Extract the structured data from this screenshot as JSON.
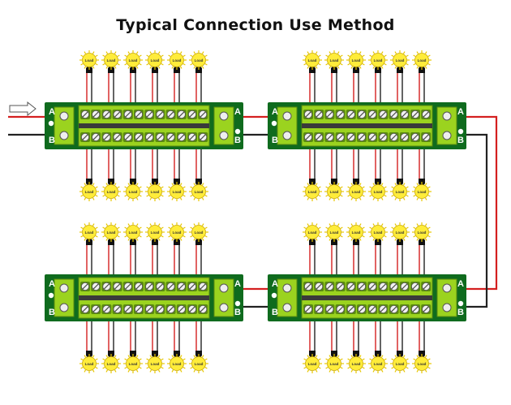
{
  "title": "Typical Connection Use Method",
  "terminal_labels": {
    "a": "A",
    "b": "B"
  },
  "load_label": "Load",
  "loads_per_side": 6,
  "colors": {
    "board": "#0f6b1e",
    "terminal": "#9bd31f",
    "terminal_dark": "#5a8a10",
    "wire_positive": "#d42020",
    "wire_negative": "#222222",
    "bulb": "#ffec3a",
    "bulb_glow": "#fff6a6"
  },
  "boards": [
    {
      "id": "top-left"
    },
    {
      "id": "top-right"
    },
    {
      "id": "bottom-left"
    },
    {
      "id": "bottom-right"
    }
  ]
}
